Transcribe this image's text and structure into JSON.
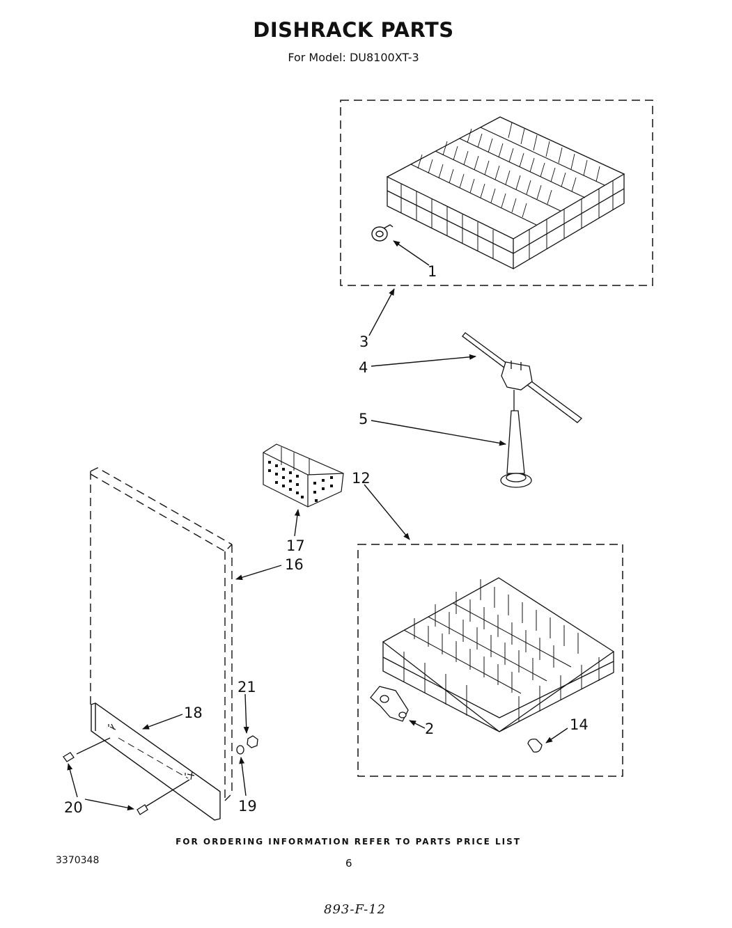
{
  "header": {
    "title": "DISHRACK PARTS",
    "subtitle": "For Model: DU8100XT-3"
  },
  "callouts": {
    "c1": "1",
    "c2": "2",
    "c3": "3",
    "c4": "4",
    "c5": "5",
    "c12": "12",
    "c14": "14",
    "c16": "16",
    "c17": "17",
    "c18": "18",
    "c19": "19",
    "c20": "20",
    "c21": "21"
  },
  "footer": {
    "ordering_note": "FOR ORDERING INFORMATION REFER TO PARTS PRICE LIST",
    "doc_number": "3370348",
    "page_number": "6",
    "handwritten_note": "893-F-12"
  }
}
